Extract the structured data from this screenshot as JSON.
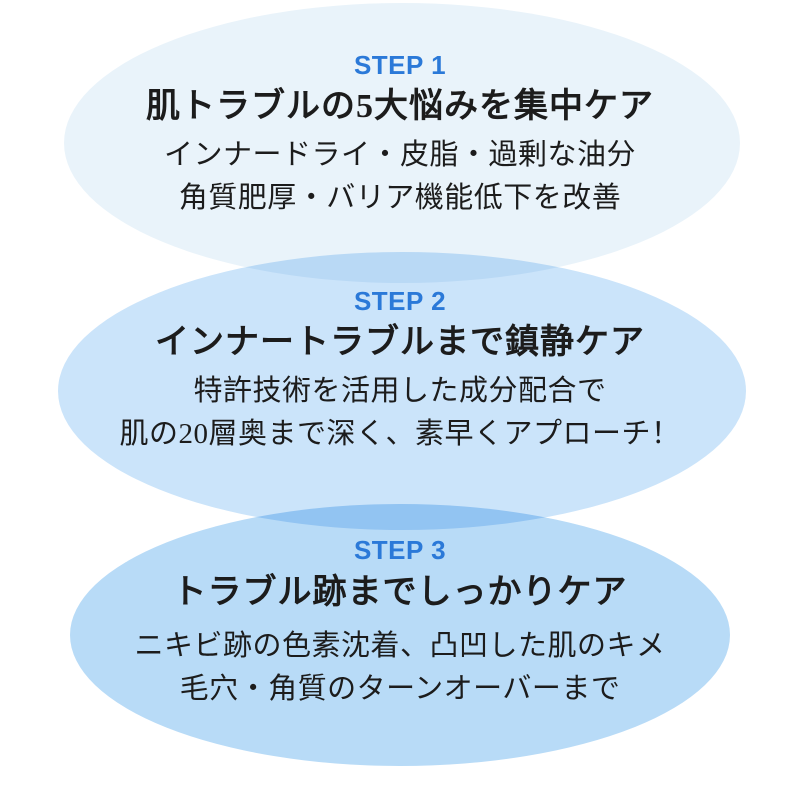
{
  "page": {
    "background": "#FFFFFF",
    "description": "Three-step skincare care process diagram with stacked overlapping blue ellipses"
  },
  "colors": {
    "step_label": "#2B79D8",
    "body_text": "#1C1C1C",
    "overlap_blend": "multiply"
  },
  "steps": [
    {
      "label": "STEP 1",
      "title": "肌トラブルの5大悩みを集中ケア",
      "lines": [
        "インナードライ・皮脂・過剰な油分",
        "角質肥厚・バリア機能低下を改善"
      ],
      "ellipse_color": "#E9F3FA"
    },
    {
      "label": "STEP 2",
      "title": "インナートラブルまで鎮静ケア",
      "lines": [
        "特許技術を活用した成分配合で",
        "肌の20層奥まで深く、素早くアプローチ！"
      ],
      "ellipse_color": "#CBE4FA"
    },
    {
      "label": "STEP 3",
      "title": "トラブル跡までしっかりケア",
      "lines": [
        "ニキビ跡の色素沈着、凸凹した肌のキメ",
        "毛穴・角質のターンオーバーまで"
      ],
      "ellipse_color": "#B8DBF7"
    }
  ]
}
